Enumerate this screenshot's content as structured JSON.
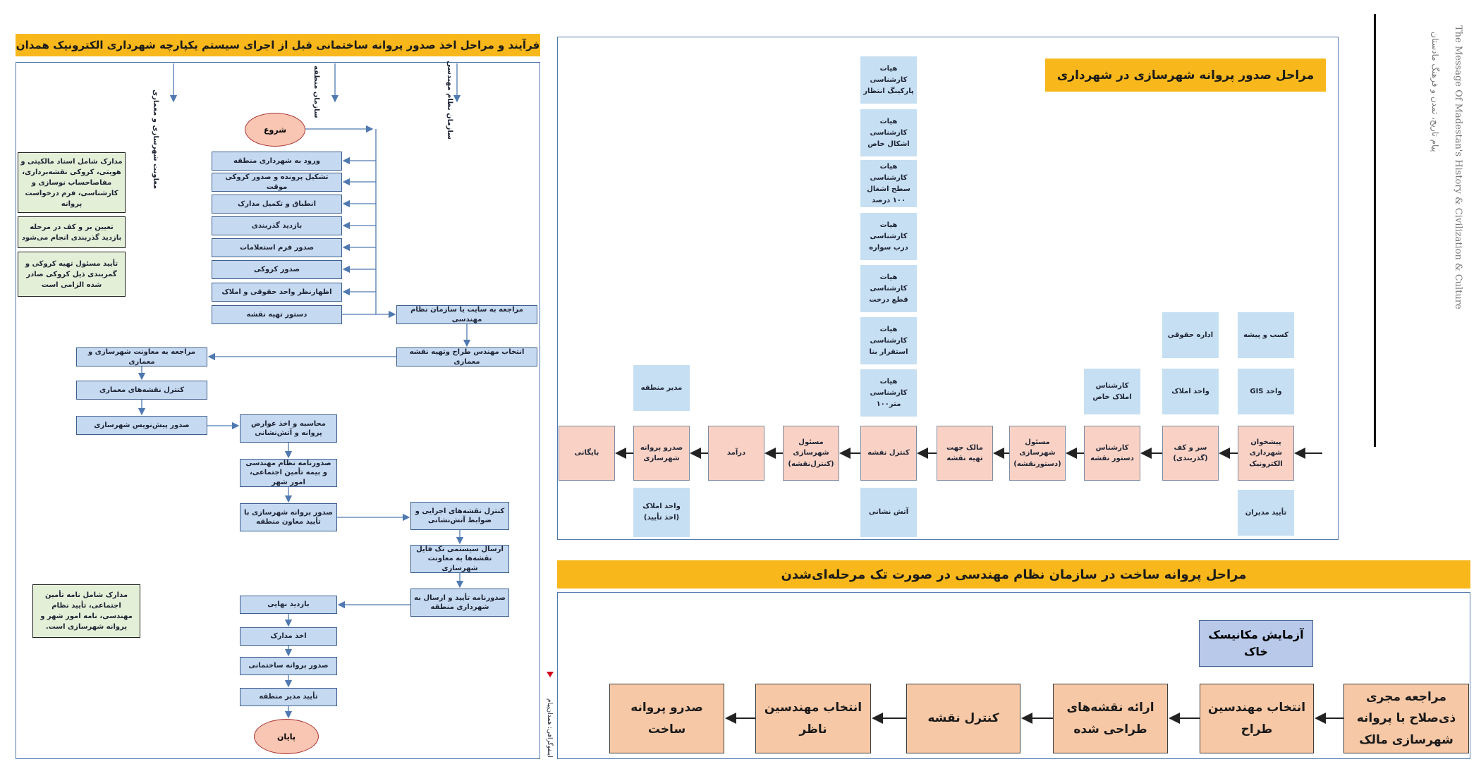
{
  "left_panel": {
    "title": "فرآیند و مراحل اخذ صدور پروانه ساختمانی قبل از اجرای سیستم یکپارچه شهرداری الکترونیک همدان",
    "lanes": [
      "معاونت شهرسازی و معماری",
      "سازمان منطقه",
      "سازمان نظام مهندسی"
    ],
    "start": "شروع",
    "end": "پایان",
    "steps": [
      "ورود به شهرداری منطقه",
      "تشکیل پرونده و صدور کروکی موقت",
      "انطباق و تکمیل مدارک",
      "بازدید گذربندی",
      "صدور فرم استعلامات",
      "صدور کروکی",
      "اظهارنظر واحد حقوقی و املاک",
      "دستور تهیه نقشه"
    ],
    "engineering": [
      "مراجعه به سایت یا سازمان نظام مهندسی",
      "انتخاب مهندس طراح وتهیه نقشه معماری"
    ],
    "deputy": [
      "مراجعه به معاونت شهرسازی و معماری",
      "کنترل نقشه‌های معماری",
      "صدور پیش‌نویس شهرسازی"
    ],
    "region": [
      "محاسبه و اخذ عوارض پروانه و آتش‌نشانی",
      "صدورنامه نظام مهندسی و بیمه تأمین اجتماعی، امور شهر",
      "صدور پروانه شهرسازی با تأیید معاون منطقه"
    ],
    "eng2": [
      "کنترل نقشه‌های اجرایی و ضوابط آتش‌نشانی",
      "ارسال سیستمی تک فایل نقشه‌ها به معاونت شهرسازی",
      "صدورنامه تأیید و ارسال به شهرداری منطقه"
    ],
    "final": [
      "بازدید نهایی",
      "اخذ مدارک",
      "صدور پروانه ساختمانی",
      "تأیید مدیر منطقه"
    ],
    "notes": [
      "مدارک شامل اسناد مالکیتی و هویتی، کروکی نقشه‌برداری، مفاصاحساب نوسازی و کارشناسی، فرم درخواست پروانه",
      "تعیین بر و کف در مرحله بازدید گذربندی انجام می‌شود",
      "تأیید مسئول تهیه کروکی و گمربندی ذیل کروکی صادر شده الزامی است",
      "مدارک شامل نامه تأمین اجتماعی، تأیید نظام مهندسی، نامه امور شهر و پروانه شهرسازی است."
    ],
    "credit": "اینفوگرافی: همدان‌پیام"
  },
  "right_top": {
    "title": "مراحل صدور پروانه شهرسازی در شهرداری",
    "main_flow": [
      "پیشخوان شهرداری الکترونیک",
      "سر و کف (گذربندی)",
      "کارشناس دستور نقشه",
      "مسئول شهرسازی (دستورنقشه)",
      "مالک جهت تهیه نقشه",
      "کنترل نقشه",
      "مسئول شهرسازی (کنترل‌نقشه)",
      "درآمد",
      "صدرو پروانه شهرسازی",
      "بایگانی"
    ],
    "col_counter": [
      "کسب و پیشه",
      "واحد GIS",
      "تأیید مدیران"
    ],
    "col_grade": [
      "اداره حقوقی",
      "واحد املاک"
    ],
    "col_expert": [
      "کارشناس املاک خاص"
    ],
    "committees": [
      "هیات کارشناسی پارکینگ انتظار",
      "هیات کارشناسی اشکال خاص",
      "هیات کارشناسی سطح اشغال ۱۰۰ درصد",
      "هیات کارشناسی درب سواره",
      "هیات کارشناسی قطع درخت",
      "هیات کارشناسی استقرار بنا",
      "هیات کارشناسی متر۱۰۰"
    ],
    "fire": "آتش نشانی",
    "region_manager": "مدیر منطقه",
    "estate_confirm": "واحد املاک (اخذ تأیید)"
  },
  "right_bottom": {
    "title": "مراحل پروانه ساخت در سازمان نظام مهندسی در صورت تک مرحله‌ای‌شدن",
    "flow": [
      "مراجعه مجری ذی‌صلاح با پروانه شهرسازی مالک",
      "انتخاب مهندسین طراح",
      "ارائه نقشه‌های طراحی شده",
      "کنترل نقشه",
      "انتخاب مهندسین ناظر",
      "صدرو پروانه ساخت"
    ],
    "soil": "آزمایش مکانیسک خاک"
  },
  "side_text": {
    "persian": "پیام تاریخ، تمدن و فرهنگ مادستان",
    "english": "The Message Of Madestan's History & Civilization & Culture"
  },
  "colors": {
    "yellow": "#f8b81c",
    "light_blue": "#c5d9f0",
    "pink": "#f9d2c5",
    "peach": "#f7c8a6",
    "green": "#e4efd8",
    "frame": "#4f79b0"
  }
}
